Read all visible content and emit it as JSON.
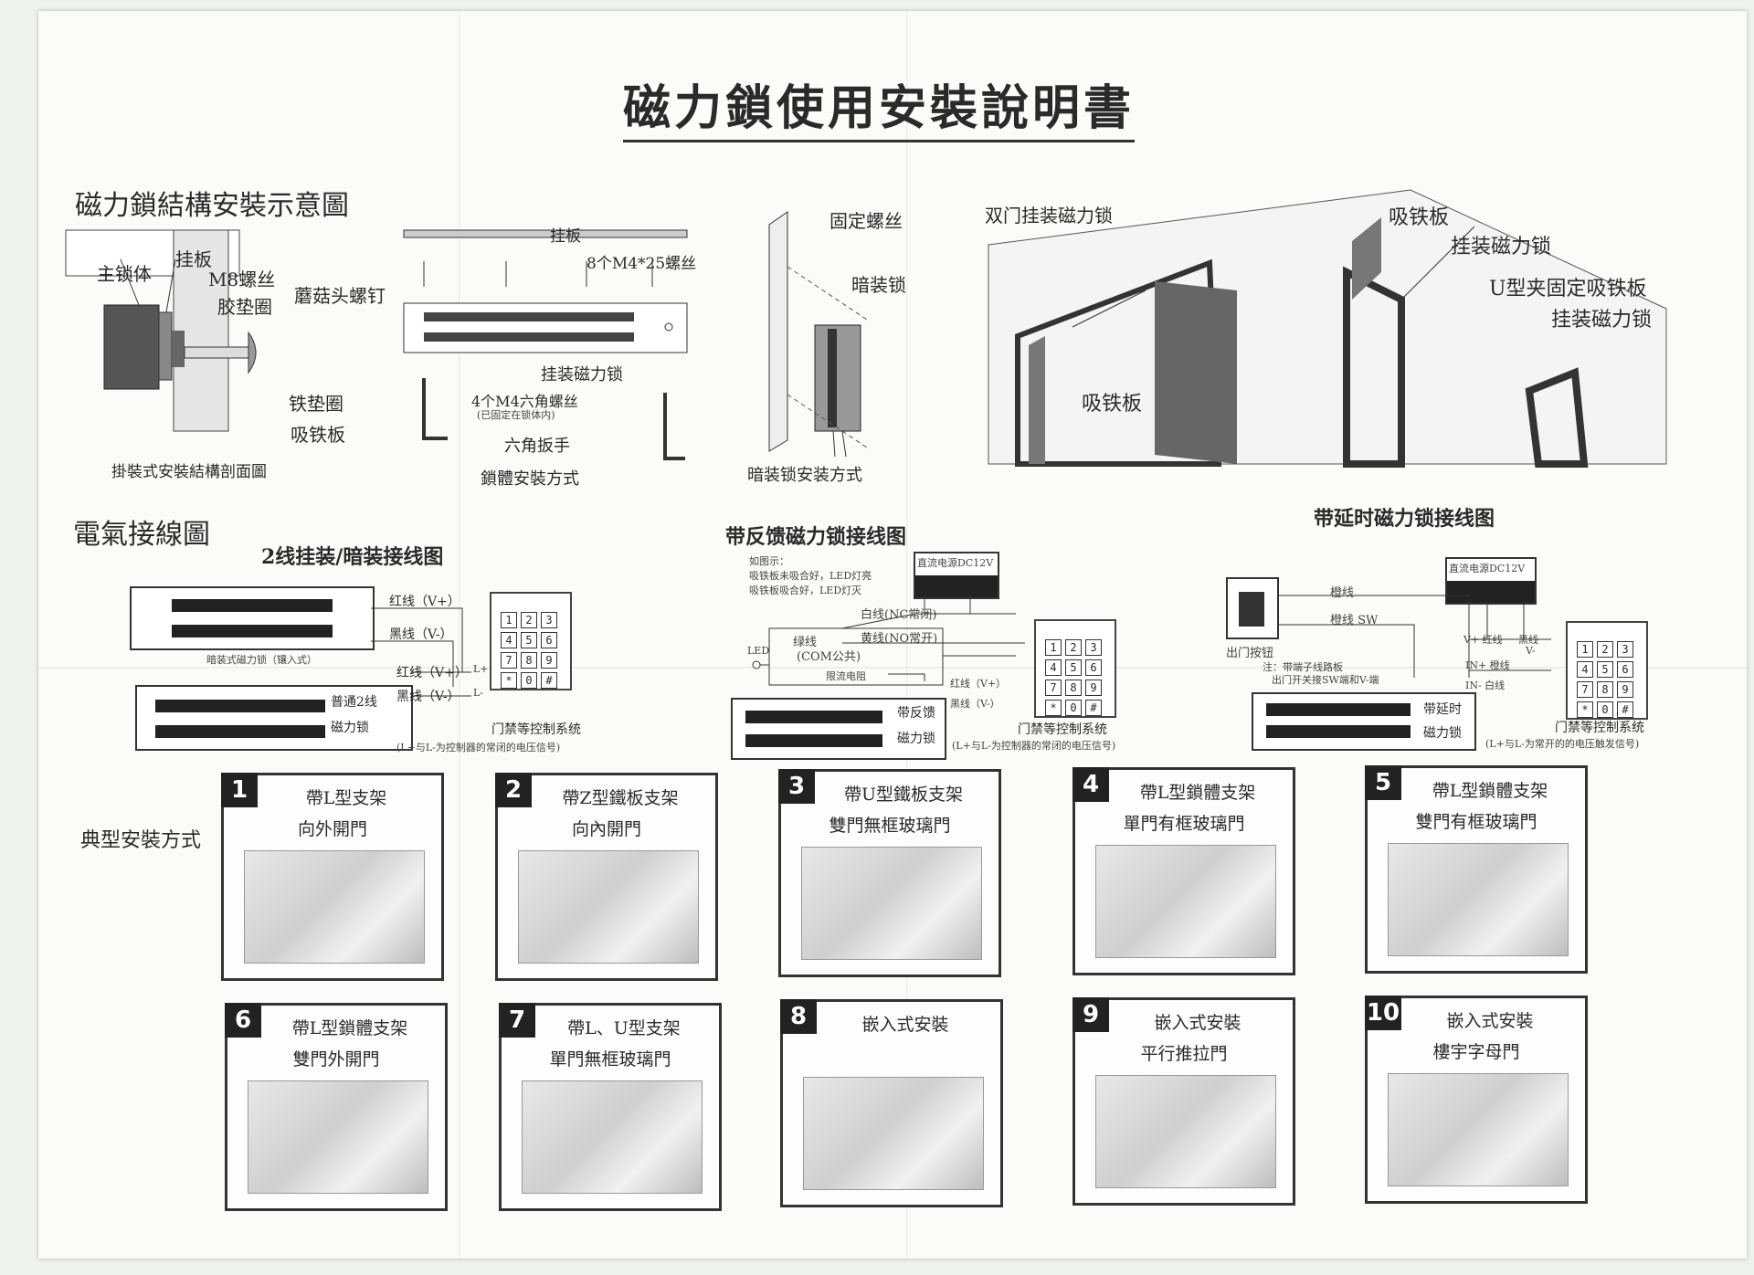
{
  "title": "磁力鎖使用安裝說明書",
  "structure": {
    "heading": "磁力鎖結構安裝示意圖",
    "labels": {
      "main_body": "主锁体",
      "hang_plate": "挂板",
      "m8_screw": "M8螺丝",
      "rubber_ring": "胶垫圈",
      "mushroom_screw": "蘑菇头螺钉",
      "iron_washer": "铁垫圈",
      "armature": "吸铁板"
    },
    "caption_section": "掛裝式安裝結構剖面圖",
    "mount": {
      "hang_plate": "挂板",
      "screws": "8个M4*25螺丝",
      "surface_lock": "挂装磁力锁",
      "hex_screws": "4个M4六角螺丝",
      "hex_note": "(已固定在锁体内)",
      "hex_wrench": "六角扳手",
      "caption": "鎖體安裝方式"
    },
    "concealed": {
      "fix_screw": "固定螺丝",
      "concealed_lock": "暗装锁",
      "caption": "暗装锁安装方式"
    },
    "doors": {
      "double_door": "双门挂装磁力锁",
      "armature_left": "吸铁板",
      "armature_top": "吸铁板",
      "surface_lock": "挂装磁力锁",
      "u_bracket": "U型夹固定吸铁板",
      "surface_lock2": "挂装磁力锁"
    }
  },
  "wiring": {
    "heading": "電氣接線圖",
    "two_wire": {
      "title": "2线挂装/暗装接线图",
      "red1": "红线（V+）",
      "black1": "黑线（V-）",
      "red2": "红线（V+）",
      "black2": "黑线（V-）",
      "concealed_lock": "暗装式磁力锁（镶入式）",
      "normal_lock_1": "普通2线",
      "normal_lock_2": "磁力锁",
      "control": "门禁等控制系统",
      "note": "(L+与L-为控制器的常闭的电压信号)",
      "lplus": "L+",
      "lminus": "L-"
    },
    "feedback": {
      "title": "带反馈磁力锁接线图",
      "note1": "如图示：",
      "note2": "吸铁板未吸合好，LED灯亮",
      "note3": "吸铁板吸合好，LED灯灭",
      "psu": "直流电源DC12V",
      "white": "白线(NC常闭)",
      "yellow": "黄线(NO常开)",
      "green": "绿线",
      "com": "(COM公共)",
      "led": "LED",
      "resistor": "限流电阻",
      "red": "红线（V+）",
      "black": "黑线（V-）",
      "lock_1": "带反馈",
      "lock_2": "磁力锁",
      "control": "门禁等控制系统",
      "note": "(L+与L-为控制器的常闭的电压信号)"
    },
    "delay": {
      "title": "带延时磁力锁接线图",
      "psu": "直流电源DC12V",
      "orange1": "橙线",
      "orange2": "橙线 SW",
      "exit": "出门按钮",
      "note_a": "注：带端子线路板",
      "note_b": "出门开关接SW端和V-端",
      "vplus": "V+ 红线",
      "black": "黑线",
      "vminus": "V-",
      "in_plus": "IN+ 橙线",
      "in_minus": "IN- 白线",
      "lock_1": "带延时",
      "lock_2": "磁力锁",
      "control": "门禁等控制系统",
      "note": "(L+与L-为常开的的电压触发信号)"
    },
    "keypad_keys": [
      "1",
      "2",
      "3",
      "4",
      "5",
      "6",
      "7",
      "8",
      "9",
      "*",
      "0",
      "#"
    ]
  },
  "typical": {
    "heading": "典型安裝方式",
    "panels": [
      {
        "num": "1",
        "t1": "帶L型支架",
        "t2": "向外開門"
      },
      {
        "num": "2",
        "t1": "帶Z型鐵板支架",
        "t2": "向內開門"
      },
      {
        "num": "3",
        "t1": "帶U型鐵板支架",
        "t2": "雙門無框玻璃門"
      },
      {
        "num": "4",
        "t1": "帶L型鎖體支架",
        "t2": "單門有框玻璃門"
      },
      {
        "num": "5",
        "t1": "帶L型鎖體支架",
        "t2": "雙門有框玻璃門"
      },
      {
        "num": "6",
        "t1": "帶L型鎖體支架",
        "t2": "雙門外開門"
      },
      {
        "num": "7",
        "t1": "帶L、U型支架",
        "t2": "單門無框玻璃門"
      },
      {
        "num": "8",
        "t1": "嵌入式安裝",
        "t2": ""
      },
      {
        "num": "9",
        "t1": "嵌入式安裝",
        "t2": "平行推拉門"
      },
      {
        "num": "10",
        "t1": "嵌入式安裝",
        "t2": "樓宇字母門"
      }
    ]
  }
}
